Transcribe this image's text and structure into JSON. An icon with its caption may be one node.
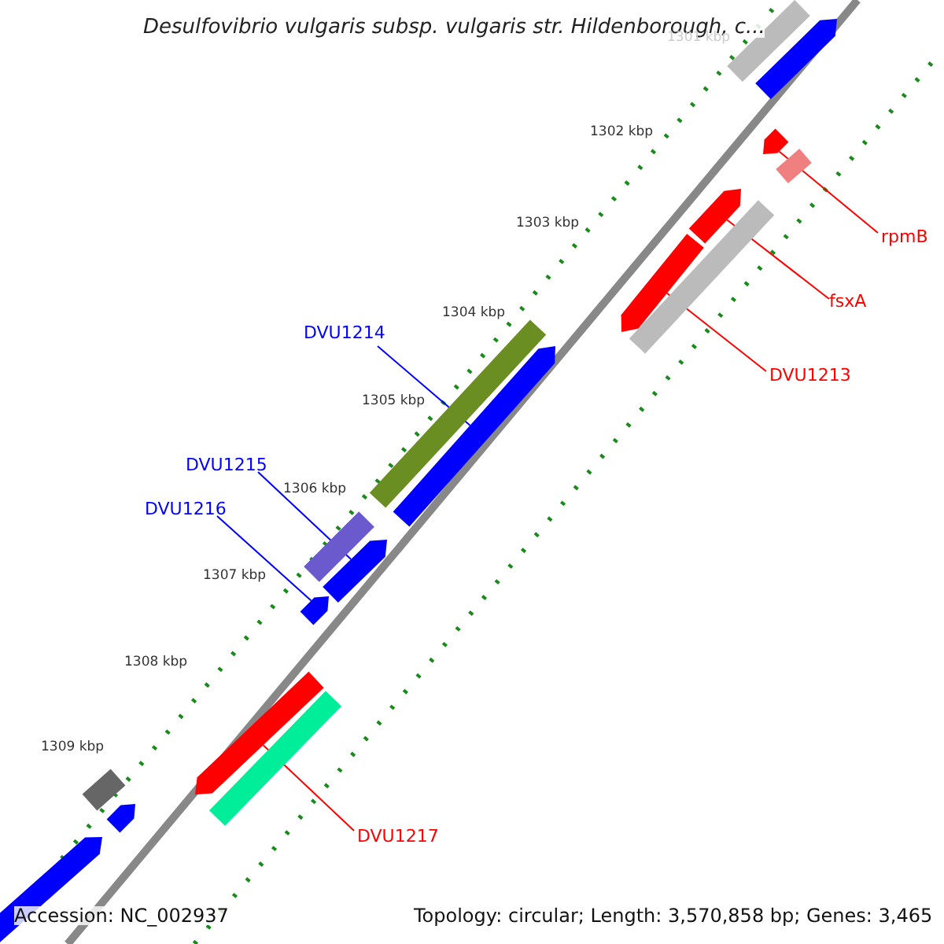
{
  "diagram": {
    "title": "Desulfovibrio vulgaris subsp. vulgaris str. Hildenborough, c...",
    "nodes": [
      {
        "text": [
          "rpmB"
        ]
      },
      {
        "text": [
          "fsxA"
        ]
      },
      {
        "text": [
          "DVU1213"
        ]
      },
      {
        "text": [
          "DVU1214"
        ]
      },
      {
        "text": [
          "DVU1215"
        ]
      },
      {
        "text": [
          "DVU1216"
        ]
      },
      {
        "text": [
          "DVU1217"
        ]
      },
      {
        "text": [],
        "shape": "bar"
      },
      {
        "text": [],
        "shape": "bar"
      },
      {
        "text": [],
        "shape": "bar"
      },
      {
        "text": [],
        "shape": "bar"
      },
      {
        "text": [],
        "shape": "bar"
      },
      {
        "text": [],
        "shape": "bar"
      },
      {
        "text": [],
        "shape": "bar"
      },
      {
        "text": [],
        "shape": "bar"
      },
      {
        "text": [],
        "shape": "bar"
      },
      {
        "text": [],
        "shape": "bar"
      },
      {
        "text": [],
        "shape": "bar"
      },
      {
        "text": [],
        "shape": "bar"
      },
      {
        "text": [],
        "shape": "bar"
      },
      {
        "text": [],
        "shape": "bar"
      },
      {
        "text": [],
        "shape": "bar"
      },
      {
        "text": [],
        "shape": "bar"
      },
      {
        "text": [],
        "shape": "bar"
      }
    ],
    "edges": [
      {
        "from": 0,
        "to": 9,
        "arrow": "none"
      },
      {
        "from": 1,
        "to": 11,
        "arrow": "none"
      },
      {
        "from": 2,
        "to": 13,
        "arrow": "none"
      },
      {
        "from": 3,
        "to": 15,
        "arrow": "none",
        "color": "#0000ff"
      },
      {
        "from": 4,
        "to": 17,
        "arrow": "none",
        "color": "#0000ff"
      },
      {
        "from": 5,
        "to": 18,
        "arrow": "none",
        "color": "#0000ff"
      },
      {
        "from": 6,
        "to": 19,
        "arrow": "none"
      }
    ],
    "labels": [
      "1301 kbp",
      "1302 kbp",
      "1303 kbp",
      "1304 kbp",
      "1305 kbp",
      "1306 kbp",
      "1307 kbp",
      "1308 kbp",
      "1309 kbp",
      "Accession: NC_002937",
      "Topology: circular; Length: 3,570,858 bp; Genes: 3,465"
    ]
  }
}
